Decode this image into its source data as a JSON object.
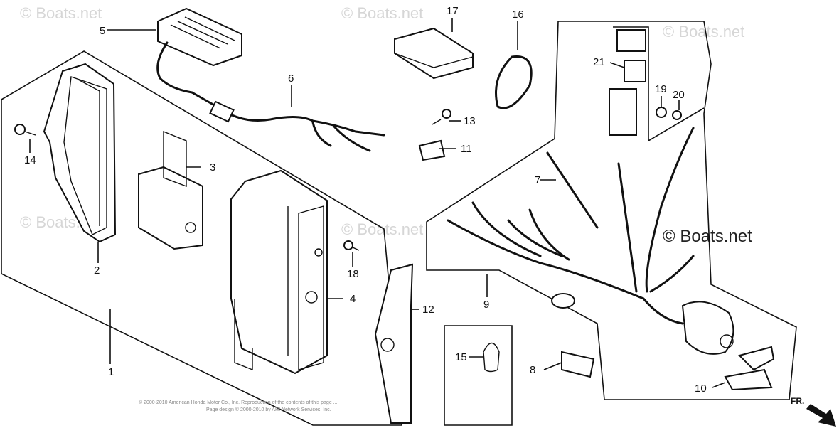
{
  "watermarks": {
    "tl": "© Boats.net",
    "tc": "© Boats.net",
    "tr": "© Boats.net",
    "ml": "© Boats.net",
    "mc": "© Boats.net",
    "right_main": "© Boats.net"
  },
  "callouts": {
    "p1": "1",
    "p2": "2",
    "p3": "3",
    "p4": "4",
    "p5": "5",
    "p6": "6",
    "p7": "7",
    "p8": "8",
    "p9": "9",
    "p10": "10",
    "p11": "11",
    "p12": "12",
    "p13": "13",
    "p14": "14",
    "p15": "15",
    "p16": "16",
    "p17": "17",
    "p18": "18",
    "p19": "19",
    "p20": "20",
    "p21": "21"
  },
  "footer": {
    "copyright_line1": "© 2000-2010 American Honda Motor Co., Inc. Reproduction of the contents of this page ...",
    "copyright_line2": "Page design © 2000-2010 by ARI Network Services, Inc."
  },
  "front_arrow_label": "FR."
}
